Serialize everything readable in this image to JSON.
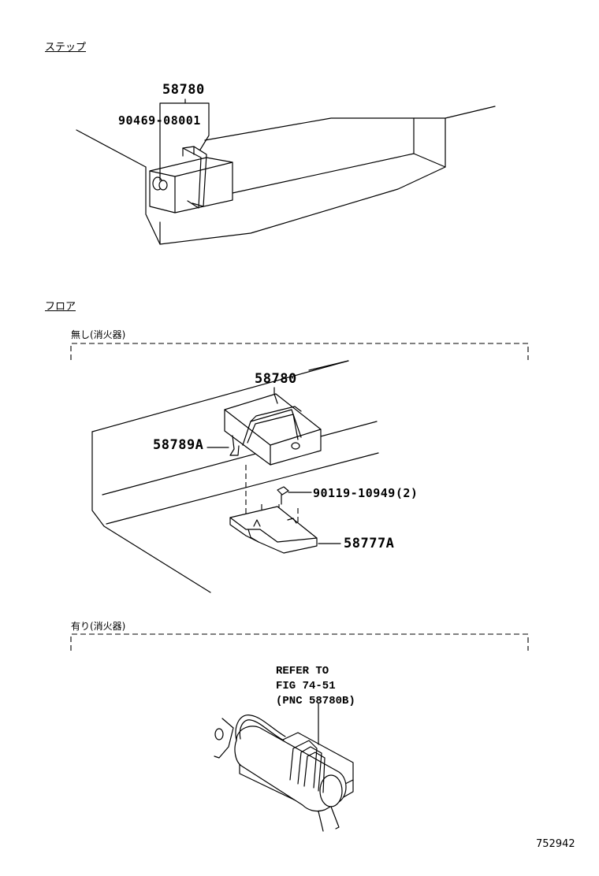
{
  "sections": {
    "step": {
      "heading": "ステップ",
      "part_main": "58780",
      "part_bolt": "90469-08001"
    },
    "floor": {
      "heading": "フロア",
      "without": {
        "label": "無し(消火器)",
        "part_main": "58780",
        "part_bracket": "58789A",
        "part_bolt": "90119-10949(2)",
        "part_plate": "58777A"
      },
      "with": {
        "label": "有り(消火器)",
        "refer_line1": "REFER TO",
        "refer_line2": "FIG 74-51",
        "refer_line3": "(PNC 58780B)"
      }
    }
  },
  "diagram_id": "752942"
}
